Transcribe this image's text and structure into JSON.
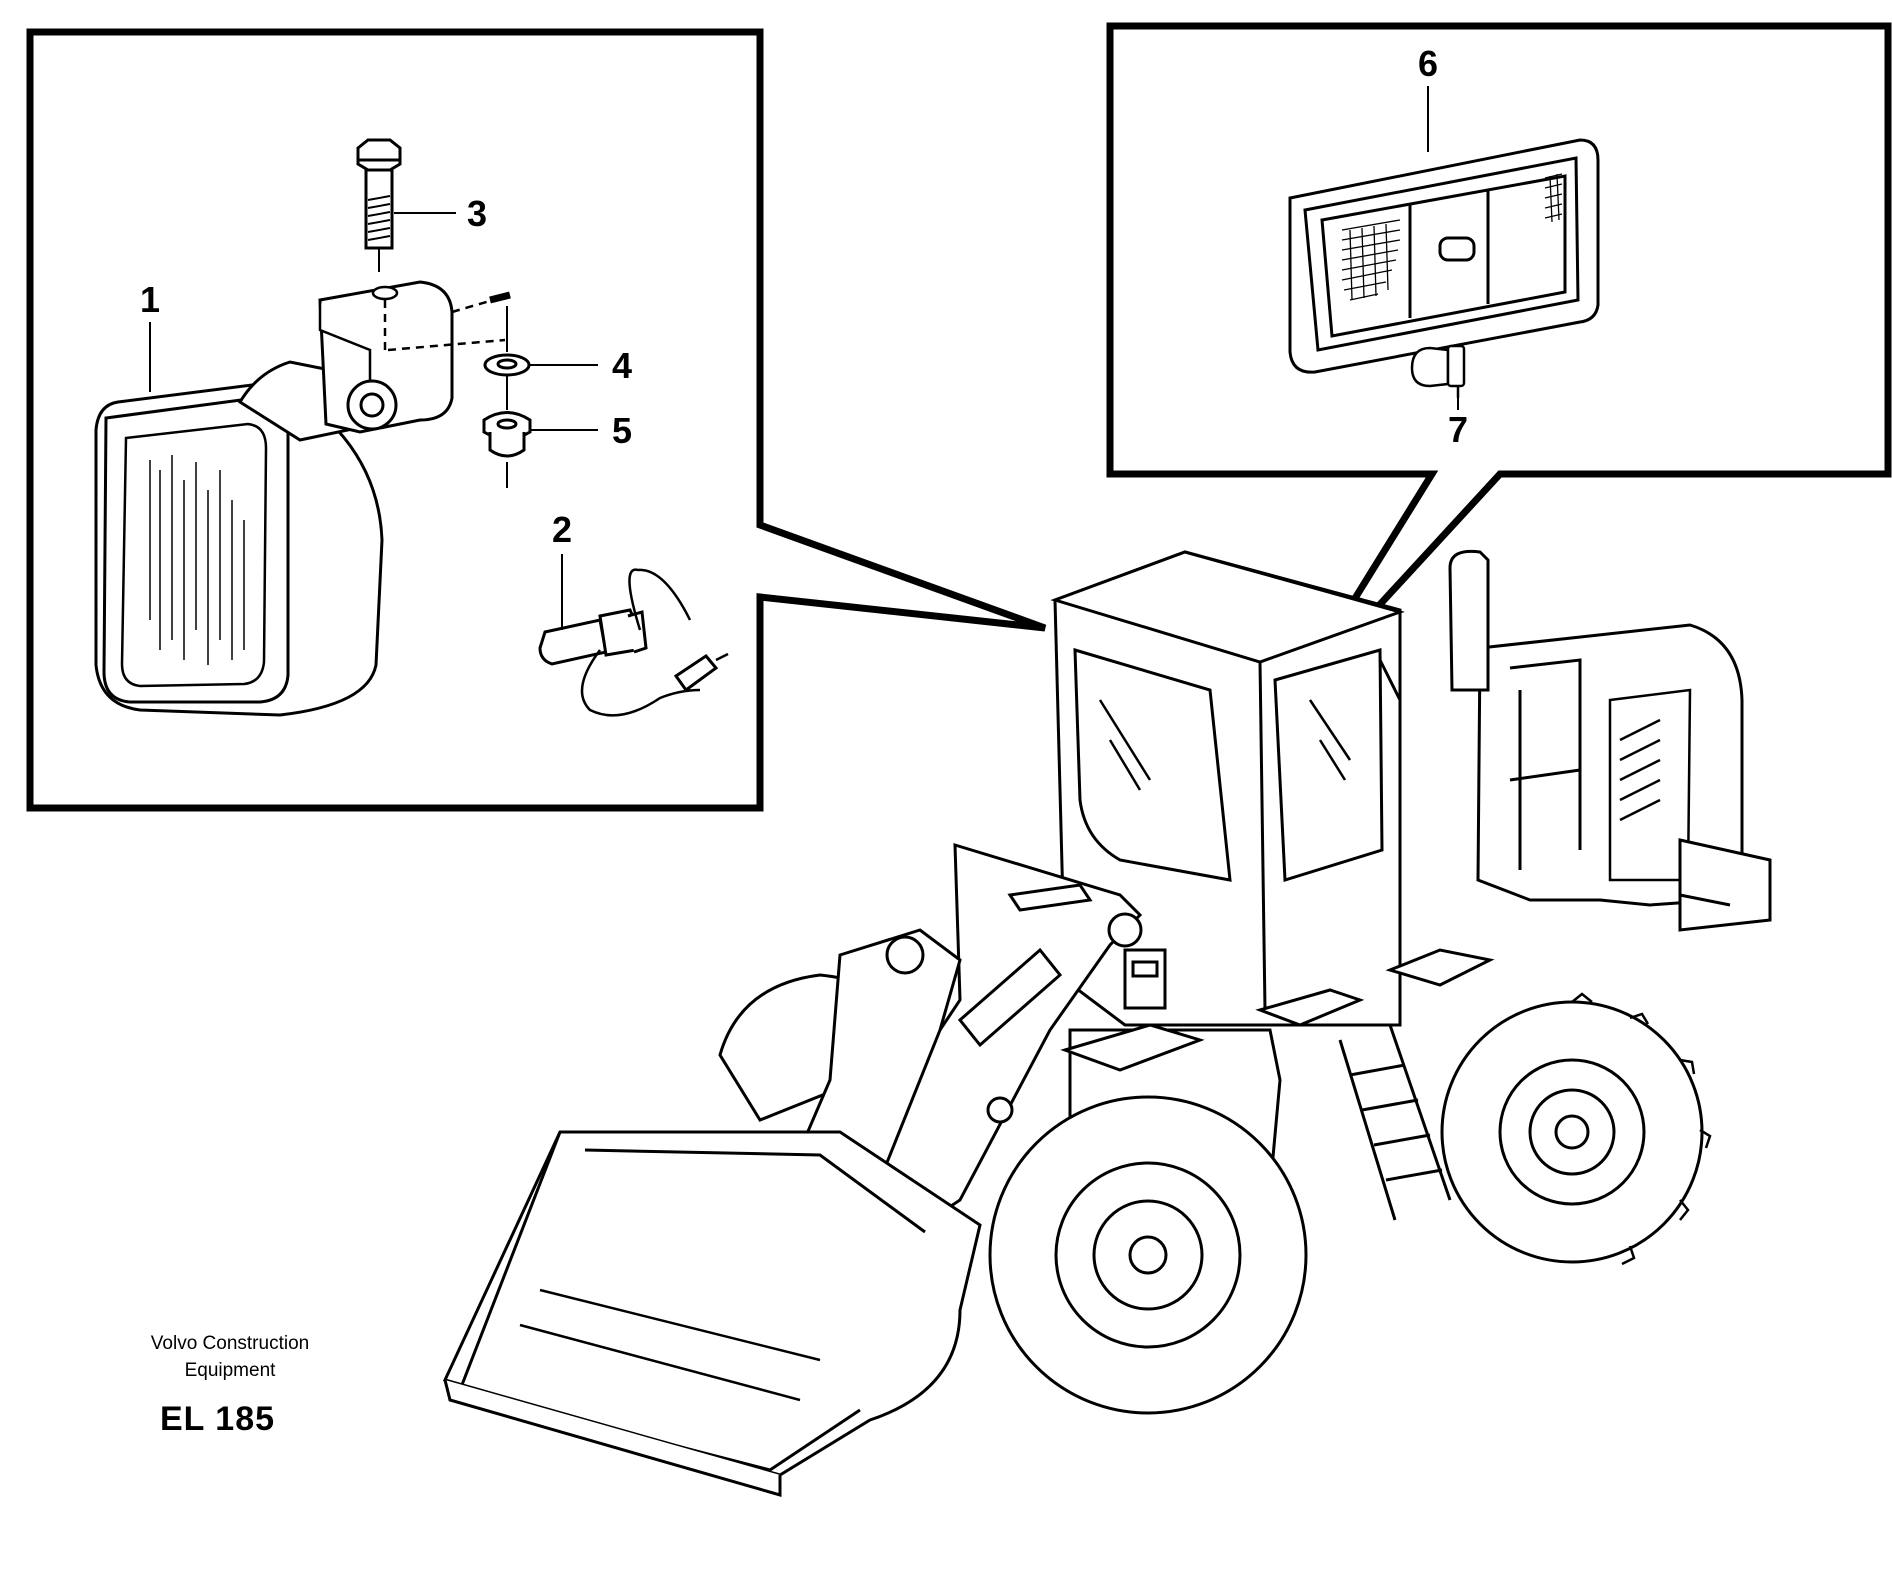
{
  "callouts": {
    "c1": "1",
    "c2": "2",
    "c3": "3",
    "c4": "4",
    "c5": "5",
    "c6": "6",
    "c7": "7"
  },
  "footer": {
    "company_line1": "Volvo Construction",
    "company_line2": "Equipment",
    "figure_code": "EL 185"
  },
  "colors": {
    "line": "#000000",
    "background": "#ffffff"
  }
}
